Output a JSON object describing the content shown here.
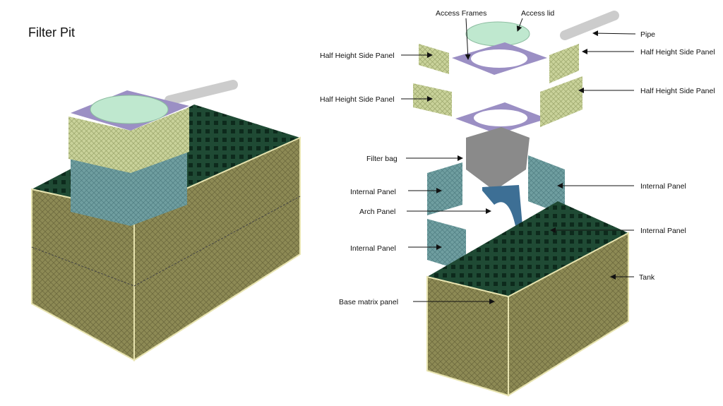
{
  "title": "Filter Pit",
  "labels": {
    "access_frames": "Access Frames",
    "access_lid": "Access lid",
    "pipe": "Pipe",
    "half_height_left_1": "Half Height Side Panel",
    "half_height_right_1": "Half Height Side Panel",
    "half_height_left_2": "Half Height Side Panel",
    "half_height_right_2": "Half Height Side Panel",
    "filter_bag": "Filter bag",
    "internal_left_1": "Internal Panel",
    "internal_right_1": "Internal Panel",
    "arch_panel": "Arch Panel",
    "internal_right_2": "Internal Panel",
    "internal_left_2": "Internal Panel",
    "tank": "Tank",
    "base_matrix": "Base matrix panel"
  },
  "colors": {
    "tank_side": "#8d8a55",
    "tank_top": "#1f4a34",
    "frame": "#9b8fc4",
    "lid": "#bfe8cf",
    "side_panel": "#c9d29a",
    "internal_panel": "#6f9ea0",
    "filter_bag": "#8a8a8a",
    "pipe": "#e6e6e6"
  }
}
